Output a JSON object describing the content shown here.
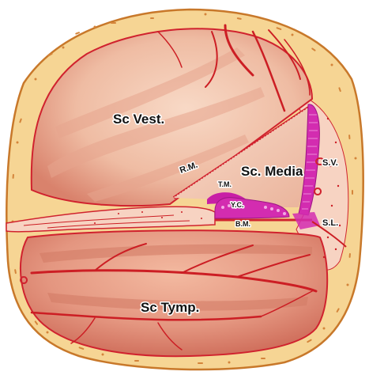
{
  "diagram": {
    "labels": {
      "sc_vest": "Sc Vest.",
      "sc_media": "Sc. Media",
      "sc_tymp": "Sc Tymp.",
      "rm": "R.M.",
      "tm": "T.M.",
      "oc": "Y.C.",
      "bm": "B.M.",
      "sv": "S.V.",
      "sl": "S.L."
    },
    "colors": {
      "bone": "#f6d594",
      "bone_outline": "#c8782a",
      "bone_speck": "#d4843a",
      "chamber": "#f0c0a8",
      "chamber_dark": "#d9826c",
      "tissue": "#f7d3c2",
      "membrane": "#d0222e",
      "vessel": "#cc1e24",
      "stria": "#d32cb0",
      "organ": "#c81fa6"
    }
  }
}
